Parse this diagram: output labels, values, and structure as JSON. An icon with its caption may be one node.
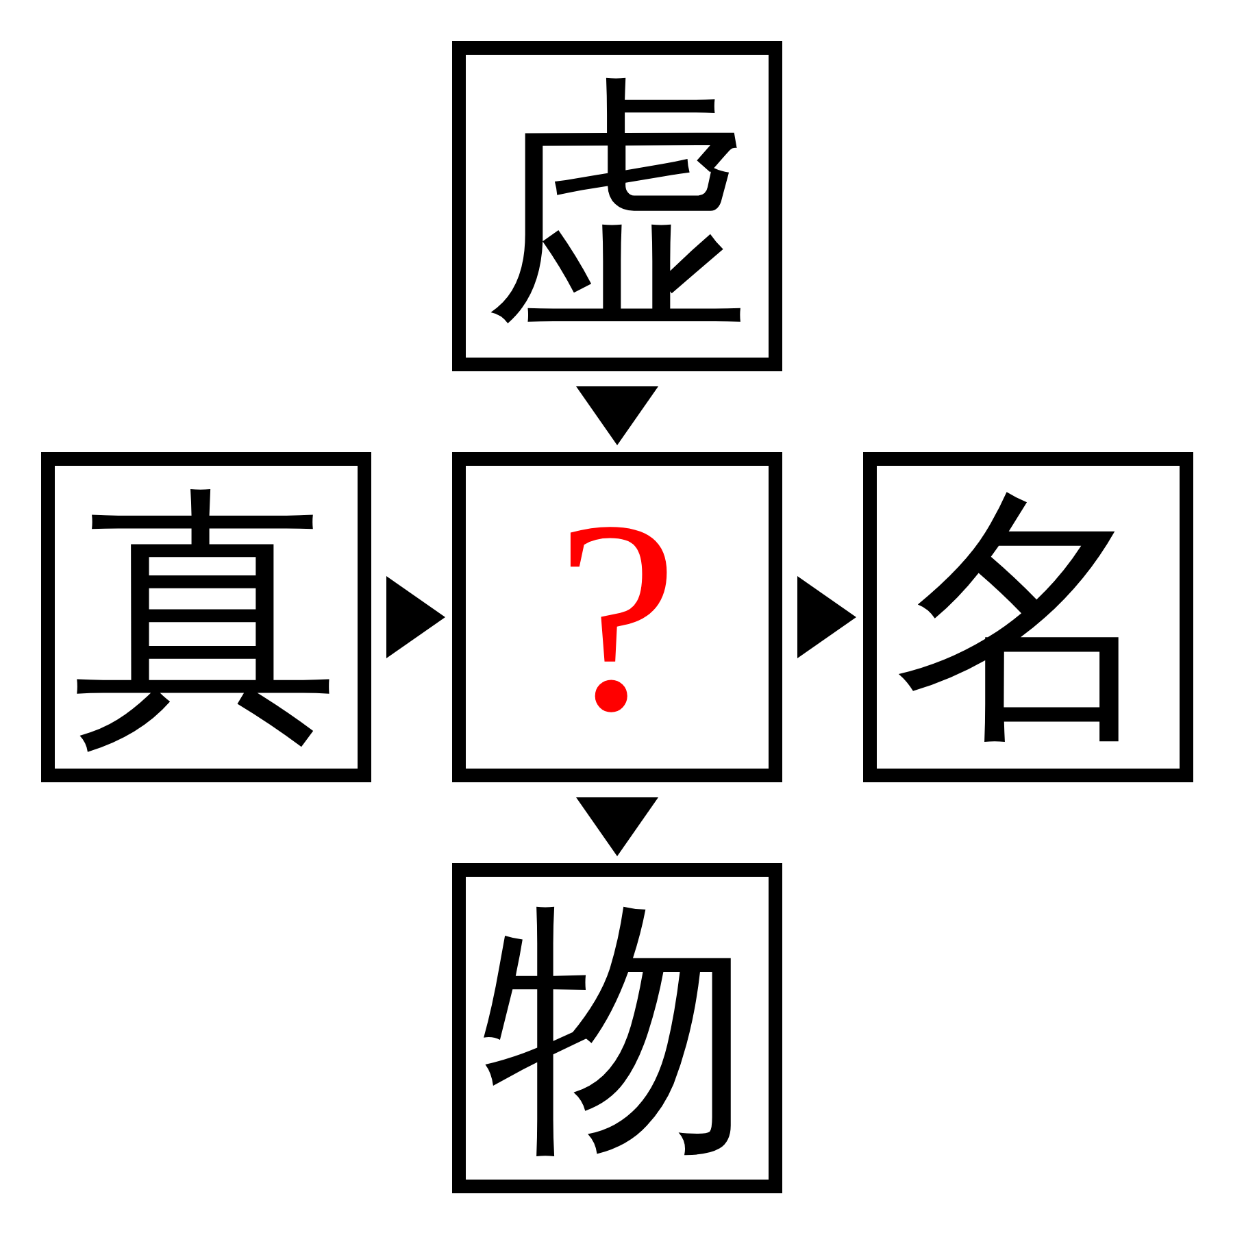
{
  "diagram": {
    "nodes": [
      {
        "text": [
          "虚"
        ]
      },
      {
        "text": [
          "真"
        ]
      },
      {
        "text": [
          "?"
        ]
      },
      {
        "text": [
          "名"
        ]
      },
      {
        "text": [
          "物"
        ]
      }
    ],
    "edges": [
      {
        "from": 0,
        "to": 2,
        "arrow": "to"
      },
      {
        "from": 1,
        "to": 2,
        "arrow": "to"
      },
      {
        "from": 2,
        "to": 3,
        "arrow": "to"
      },
      {
        "from": 2,
        "to": 4,
        "arrow": "to"
      }
    ]
  }
}
